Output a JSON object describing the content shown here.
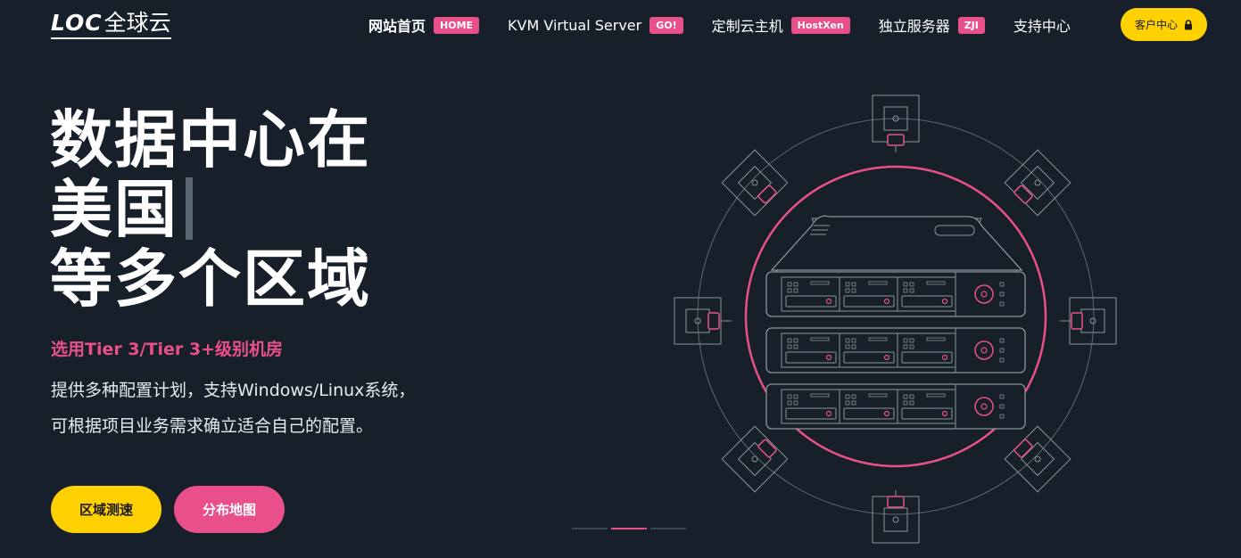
{
  "logo": {
    "latin": "LOC",
    "cn": "全球云"
  },
  "nav": {
    "items": [
      {
        "label": "网站首页",
        "badge": "HOME"
      },
      {
        "label": "KVM Virtual Server",
        "badge": "GO!"
      },
      {
        "label": "定制云主机",
        "badge": "HostXen"
      },
      {
        "label": "独立服务器",
        "badge": "ZJI"
      },
      {
        "label": "支持中心",
        "badge": ""
      }
    ],
    "client_button": "客户中心"
  },
  "hero": {
    "title_lines": [
      "数据中心在",
      "美国",
      "等多个区域"
    ],
    "subtitle": "选用Tier 3/Tier 3+级别机房",
    "desc_lines": [
      "提供多种配置计划，支持Windows/Linux系统，",
      "可根据项目业务需求确立适合自己的配置。"
    ],
    "btn_speedtest": "区域测速",
    "btn_map": "分布地图"
  },
  "slider": {
    "count": 3,
    "active_index": 1
  },
  "colors": {
    "background": "#17202a",
    "accent_pink": "#e9508a",
    "accent_yellow": "#ffd100"
  },
  "icons": [
    "lock-icon",
    "server-rack-icon"
  ]
}
